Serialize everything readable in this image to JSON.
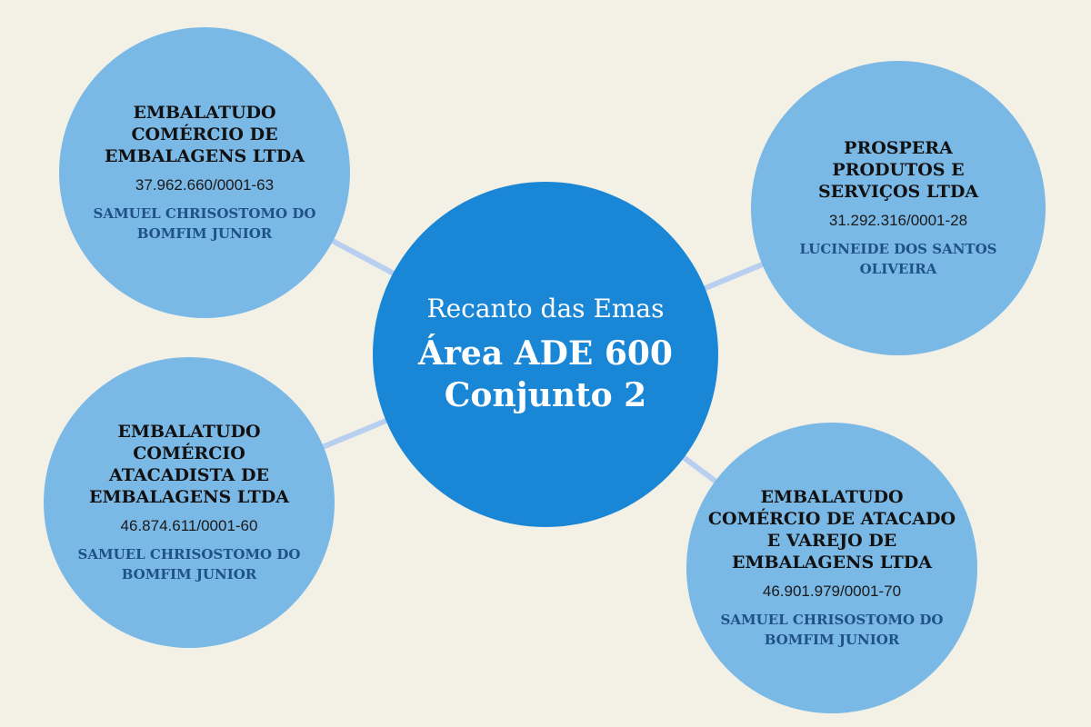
{
  "colors": {
    "background": "#f3f1e6",
    "center": "#1a86d6",
    "node": "#7ab8e6",
    "link": "#b8cff0",
    "owner": "#1f5189"
  },
  "center": {
    "subtitle": "Recanto das Emas",
    "title_line1": "Área ADE 600",
    "title_line2": "Conjunto 2"
  },
  "nodes": [
    {
      "name": "EMBALATUDO COMÉRCIO DE EMBALAGENS LTDA",
      "cnpj": "37.962.660/0001-63",
      "owner": "SAMUEL CHRISOSTOMO DO BOMFIM JUNIOR"
    },
    {
      "name": "PROSPERA PRODUTOS E SERVIÇOS LTDA",
      "cnpj": "31.292.316/0001-28",
      "owner": "LUCINEIDE DOS SANTOS OLIVEIRA"
    },
    {
      "name": "EMBALATUDO COMÉRCIO ATACADISTA DE EMBALAGENS LTDA",
      "cnpj": "46.874.611/0001-60",
      "owner": "SAMUEL CHRISOSTOMO DO BOMFIM JUNIOR"
    },
    {
      "name": "EMBALATUDO COMÉRCIO DE ATACADO E VAREJO DE EMBALAGENS LTDA",
      "cnpj": "46.901.979/0001-70",
      "owner": "SAMUEL CHRISOSTOMO DO BOMFIM JUNIOR"
    }
  ]
}
